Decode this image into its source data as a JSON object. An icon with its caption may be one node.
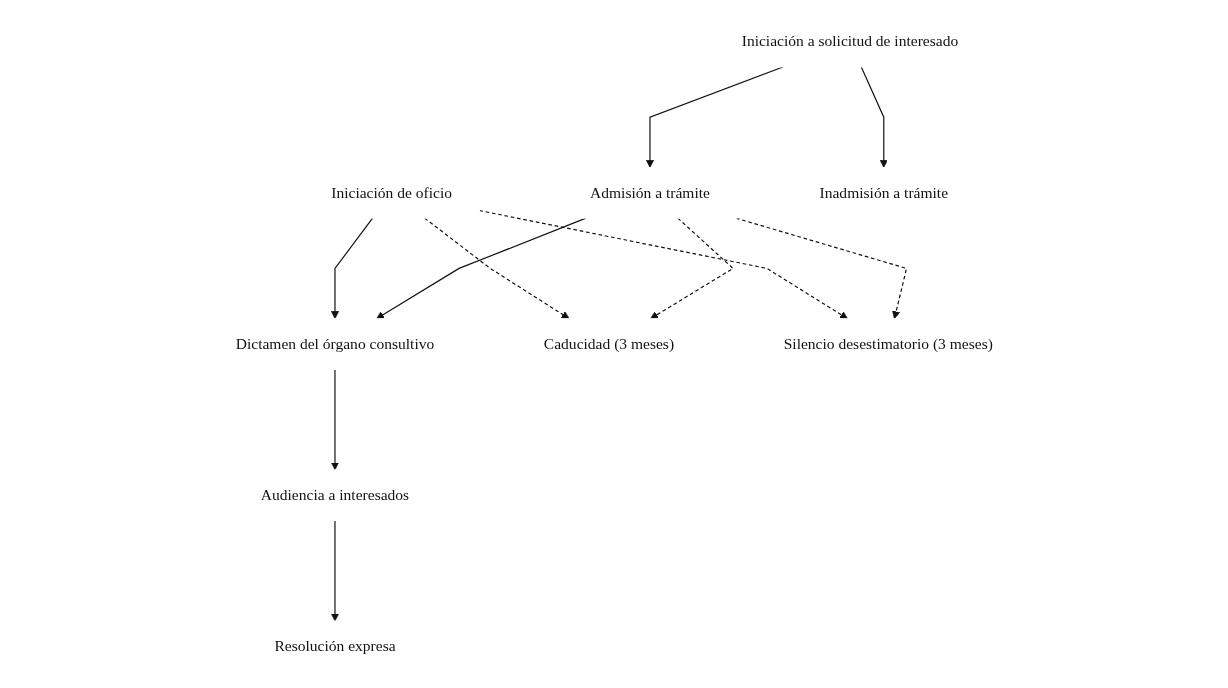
{
  "diagram": {
    "nodes": [
      {
        "text": [
          "Iniciación de oficio"
        ]
      },
      {
        "text": [
          "Iniciación a solicitud de interesado"
        ]
      },
      {
        "text": [
          "Admisión a trámite"
        ]
      },
      {
        "text": [
          "Inadmisión a trámite"
        ]
      },
      {
        "text": [
          "Dictamen del órgano consultivo"
        ]
      },
      {
        "text": [
          "Audiencia a interesados"
        ]
      },
      {
        "text": [
          "Caducidad (3 meses)"
        ]
      },
      {
        "text": [
          "Resolución expresa"
        ]
      },
      {
        "text": [
          "Silencio desestimatorio (3 meses)"
        ]
      }
    ],
    "edges": [
      {
        "from": 1,
        "to": 2,
        "arrow": "to"
      },
      {
        "from": 1,
        "to": 3,
        "arrow": "to"
      },
      {
        "from": 0,
        "to": 4,
        "arrow": "to"
      },
      {
        "from": 2,
        "to": 4,
        "arrow": "to"
      },
      {
        "from": 0,
        "to": 6,
        "arrow": "to",
        "style": "dashed"
      },
      {
        "from": 2,
        "to": 6,
        "arrow": "to",
        "style": "dashed"
      },
      {
        "from": 0,
        "to": 8,
        "arrow": "to",
        "style": "dashed"
      },
      {
        "from": 2,
        "to": 8,
        "arrow": "to",
        "style": "dashed"
      },
      {
        "from": 4,
        "to": 5,
        "arrow": "to"
      },
      {
        "from": 5,
        "to": 7,
        "arrow": "to"
      }
    ]
  }
}
